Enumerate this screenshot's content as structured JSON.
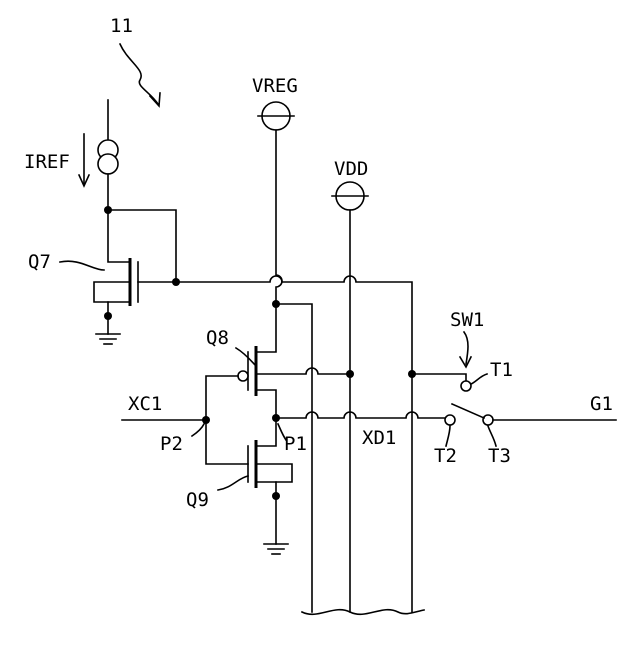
{
  "labels": {
    "ref": "11",
    "vreg": "VREG",
    "vdd": "VDD",
    "iref": "IREF",
    "q7": "Q7",
    "q8": "Q8",
    "q9": "Q9",
    "sw1": "SW1",
    "t1": "T1",
    "t2": "T2",
    "t3": "T3",
    "xc1": "XC1",
    "p1": "P1",
    "p2": "P2",
    "xd1": "XD1",
    "g1": "G1"
  }
}
